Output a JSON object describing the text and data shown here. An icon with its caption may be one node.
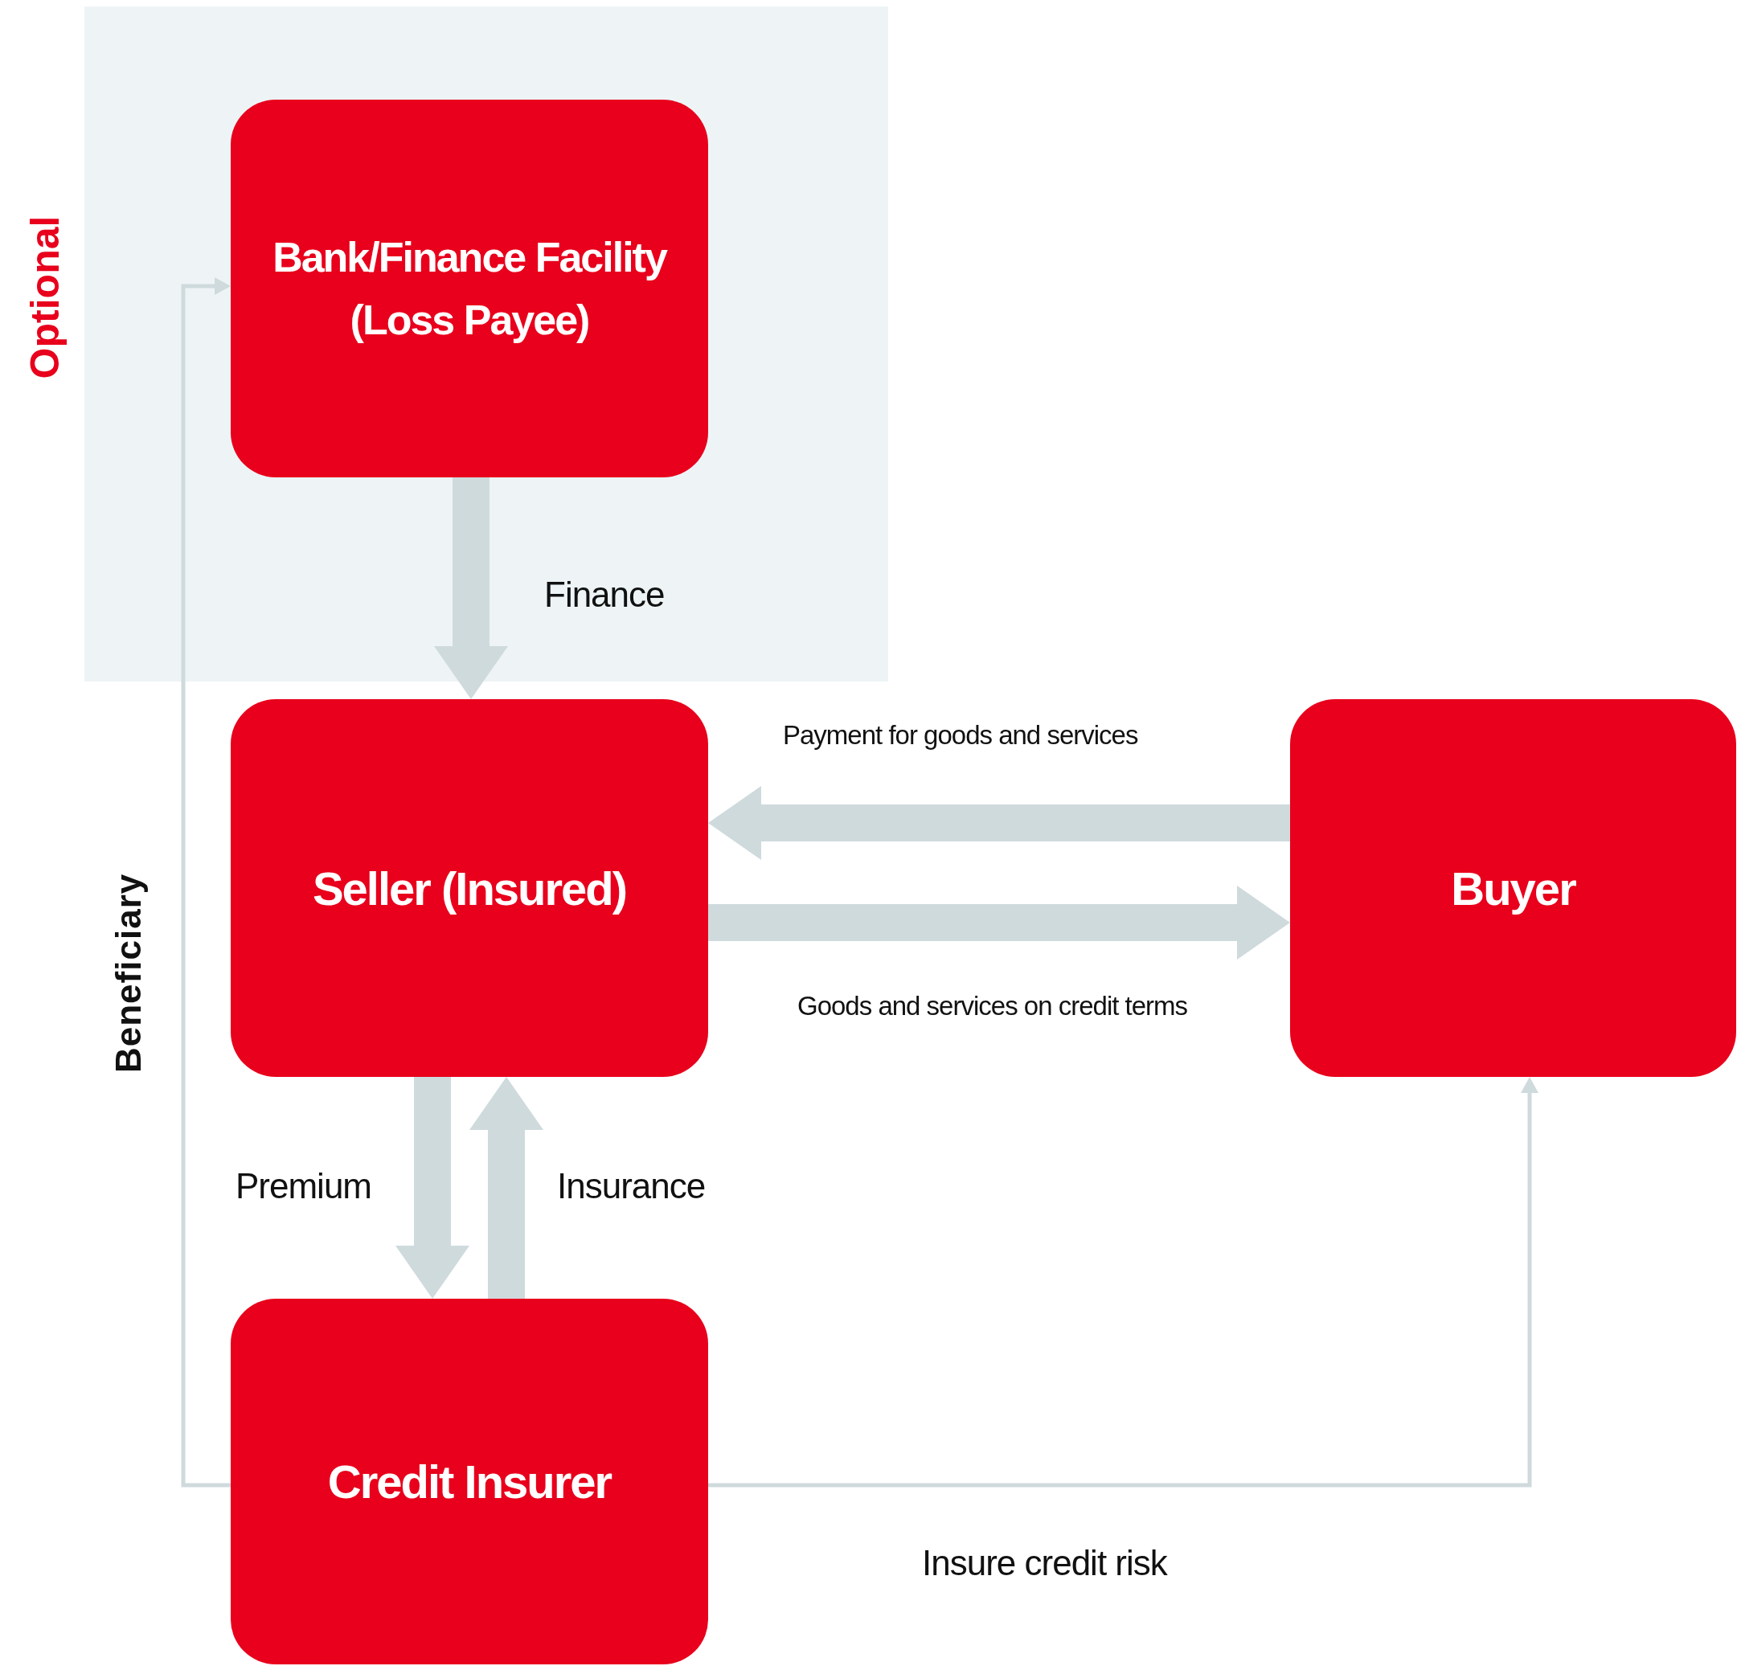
{
  "diagram": {
    "nodes": [
      {
        "text": [
          "Optional"
        ]
      },
      {
        "text": [
          "Bank/Finance Facility",
          "(Loss Payee)"
        ],
        "in": 0
      },
      {
        "text": [
          "Seller (Insured)"
        ]
      },
      {
        "text": [
          "Buyer"
        ]
      },
      {
        "text": [
          "Credit Insurer"
        ]
      }
    ],
    "edges": [
      {
        "from": 1,
        "to": 2,
        "arrow": "to",
        "label": "Finance"
      },
      {
        "from": 3,
        "to": 2,
        "arrow": "to",
        "label": "Payment for goods and services"
      },
      {
        "from": 2,
        "to": 3,
        "arrow": "to",
        "label": "Goods and services on credit terms"
      },
      {
        "from": 2,
        "to": 4,
        "arrow": "to",
        "label": "Premium"
      },
      {
        "from": 4,
        "to": 2,
        "arrow": "to",
        "label": "Insurance"
      },
      {
        "from": 4,
        "to": 1,
        "arrow": "to",
        "label": "Beneficiary"
      },
      {
        "from": 4,
        "to": 3,
        "arrow": "to",
        "label": "Insure credit risk"
      }
    ]
  }
}
